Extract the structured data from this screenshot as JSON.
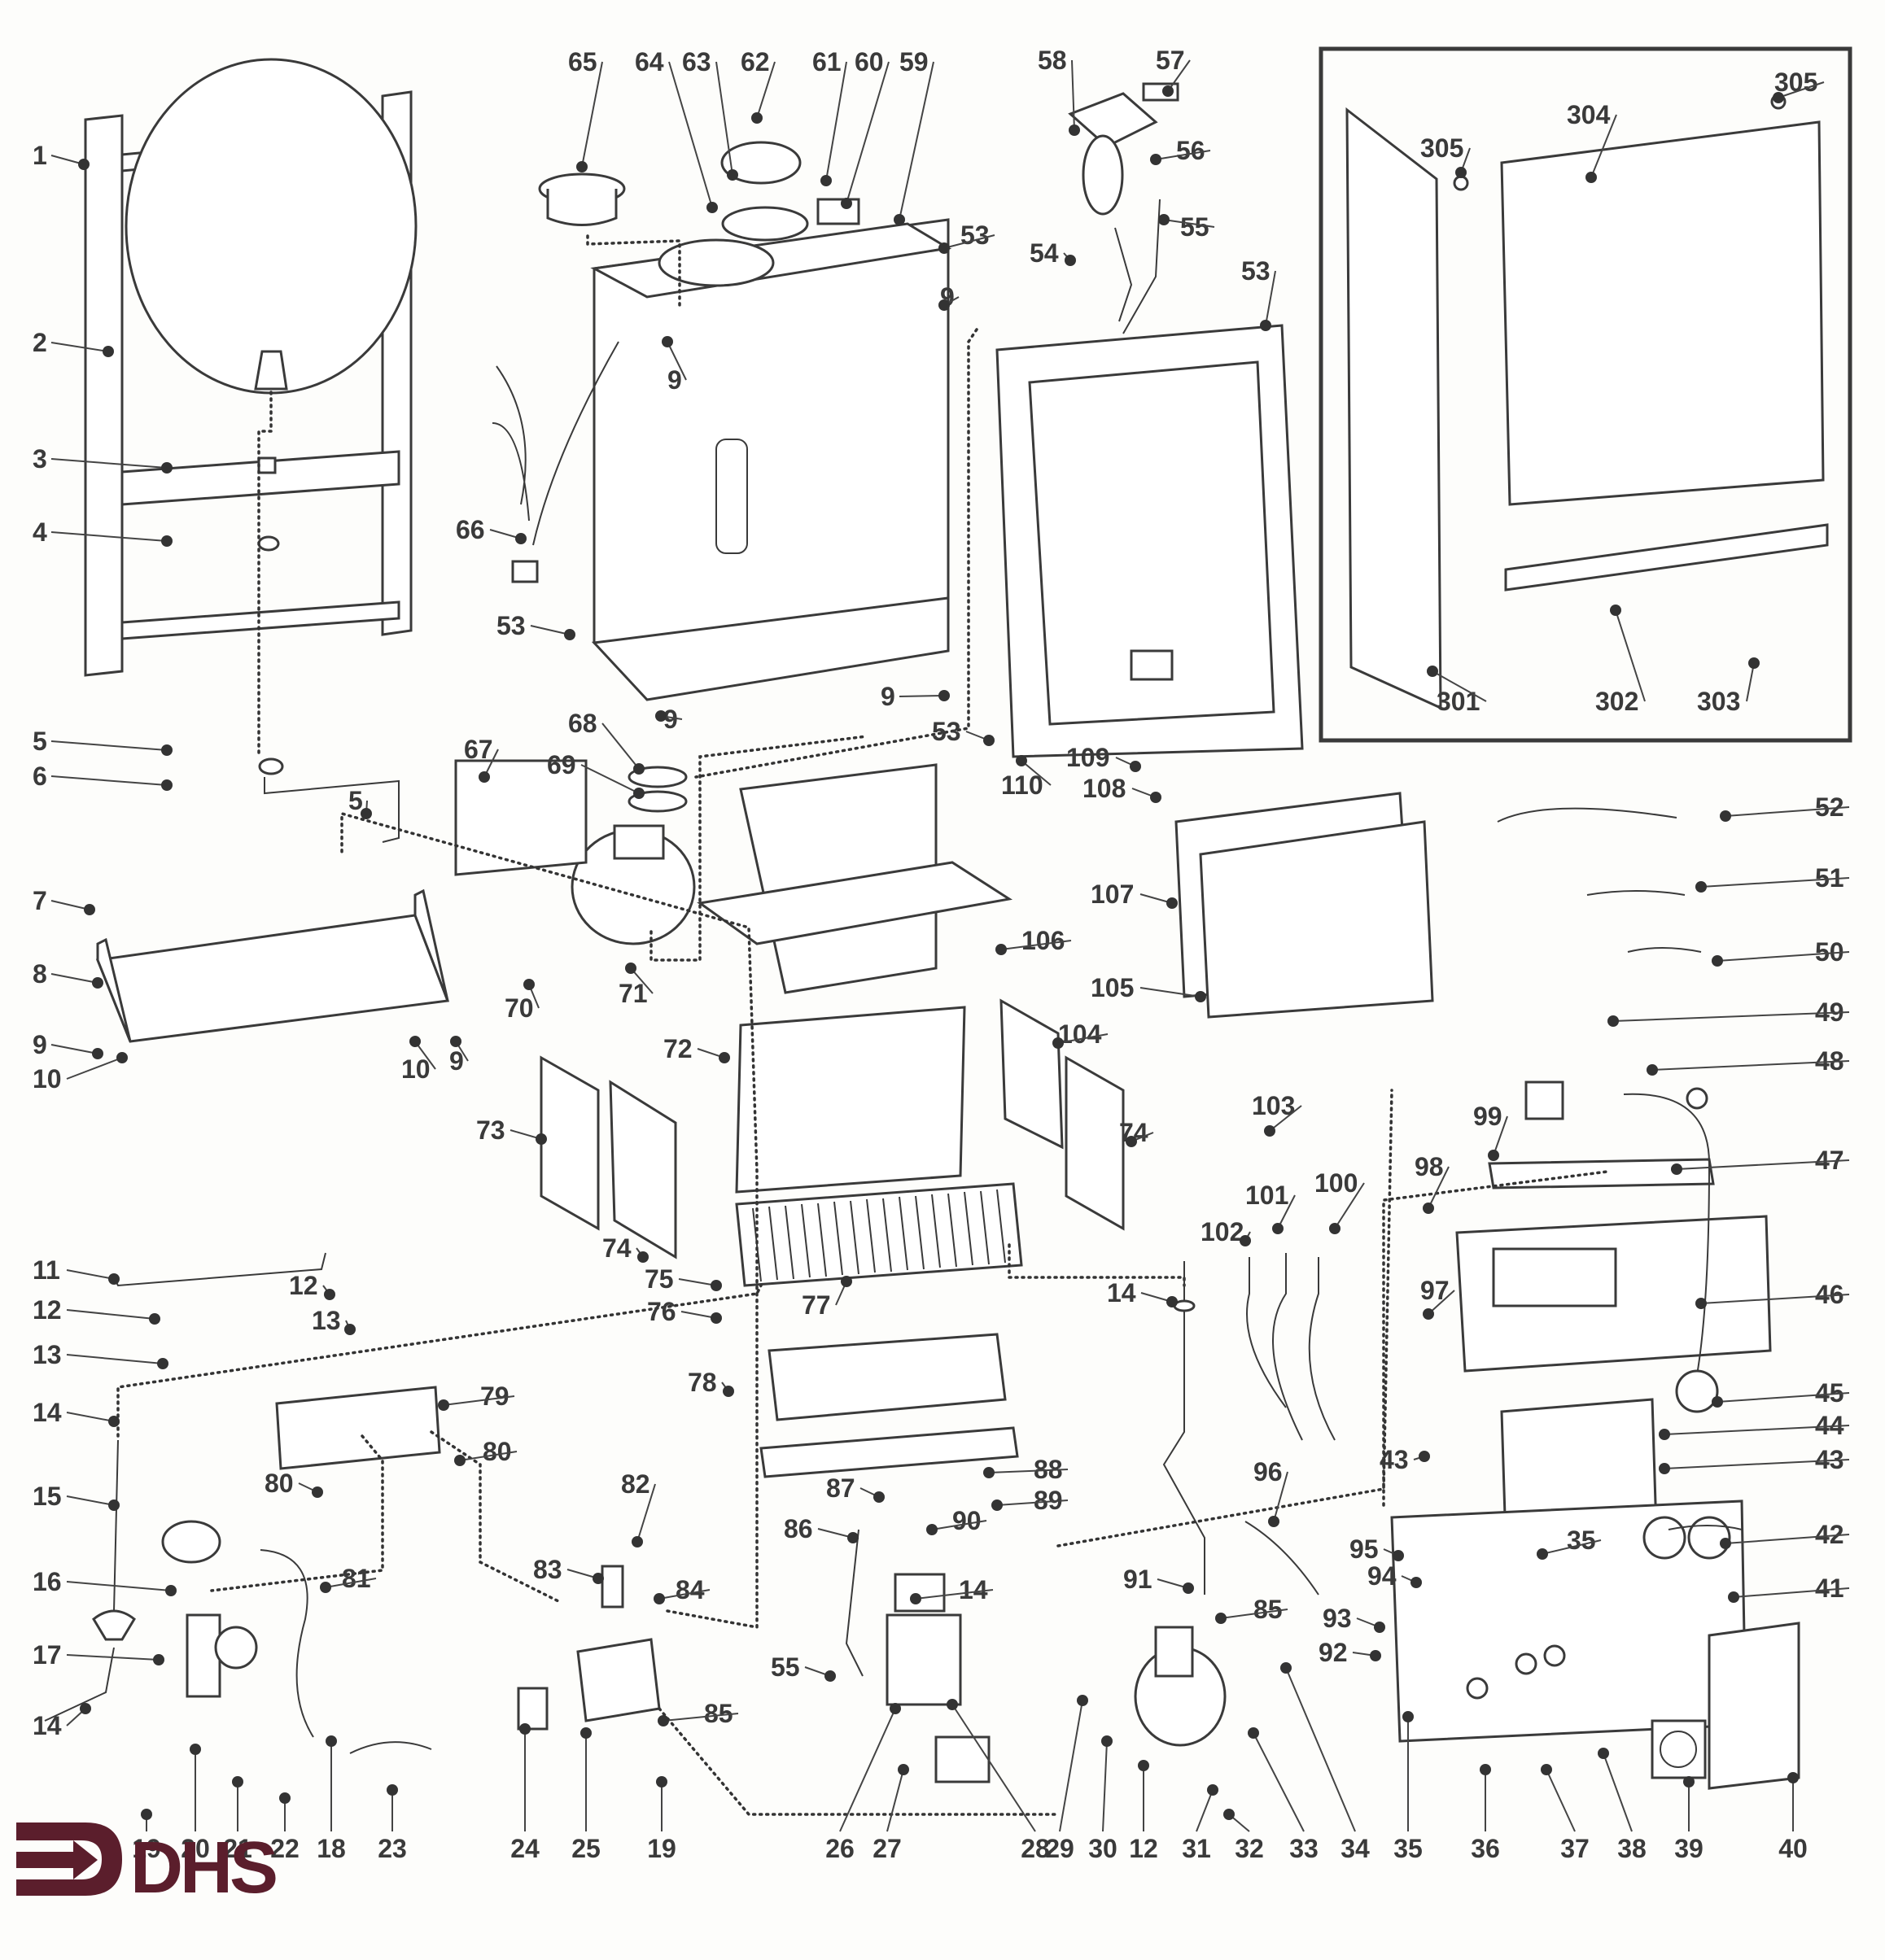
{
  "diagram": {
    "type": "exploded-parts-diagram",
    "logo": {
      "text": "DHS",
      "color": "#5b1e2c"
    },
    "inset_box": {
      "parts": [
        "301",
        "302",
        "303",
        "304",
        "305"
      ]
    },
    "callouts": {
      "c1": "1",
      "c2": "2",
      "c3": "3",
      "c4": "4",
      "c5a": "5",
      "c5b": "5",
      "c6": "6",
      "c7": "7",
      "c8": "8",
      "c9a": "9",
      "c9b": "9",
      "c9c": "9",
      "c9d": "9",
      "c9e": "9",
      "c9f": "9",
      "c9g": "9",
      "c10a": "10",
      "c10b": "10",
      "c11": "11",
      "c12a": "12",
      "c12b": "12",
      "c12c": "12",
      "c13a": "13",
      "c13b": "13",
      "c14a": "14",
      "c14b": "14",
      "c14c": "14",
      "c14d": "14",
      "c15": "15",
      "c16": "16",
      "c17": "17",
      "c18": "18",
      "c19a": "19",
      "c19b": "19",
      "c20": "20",
      "c21": "21",
      "c22": "22",
      "c23": "23",
      "c24": "24",
      "c25": "25",
      "c26": "26",
      "c27": "27",
      "c28": "28",
      "c29": "29",
      "c30": "30",
      "c31": "31",
      "c32": "32",
      "c33": "33",
      "c34": "34",
      "c35a": "35",
      "c35b": "35",
      "c36": "36",
      "c37": "37",
      "c38": "38",
      "c39": "39",
      "c40": "40",
      "c41": "41",
      "c42": "42",
      "c43a": "43",
      "c43b": "43",
      "c44": "44",
      "c45": "45",
      "c46": "46",
      "c47": "47",
      "c48": "48",
      "c49": "49",
      "c50": "50",
      "c51": "51",
      "c52": "52",
      "c53a": "53",
      "c53b": "53",
      "c53c": "53",
      "c53d": "53",
      "c54": "54",
      "c55a": "55",
      "c55b": "55",
      "c56": "56",
      "c57": "57",
      "c58": "58",
      "c59": "59",
      "c60": "60",
      "c61": "61",
      "c62": "62",
      "c63": "63",
      "c64": "64",
      "c65": "65",
      "c66": "66",
      "c67": "67",
      "c68": "68",
      "c69": "69",
      "c70": "70",
      "c71": "71",
      "c72": "72",
      "c73": "73",
      "c74a": "74",
      "c74b": "74",
      "c75": "75",
      "c76": "76",
      "c77": "77",
      "c78": "78",
      "c79": "79",
      "c80a": "80",
      "c80b": "80",
      "c81": "81",
      "c82": "82",
      "c83": "83",
      "c84": "84",
      "c85a": "85",
      "c85b": "85",
      "c86": "86",
      "c87": "87",
      "c88": "88",
      "c89": "89",
      "c90": "90",
      "c91": "91",
      "c92": "92",
      "c93": "93",
      "c94": "94",
      "c95": "95",
      "c96": "96",
      "c97": "97",
      "c98": "98",
      "c99": "99",
      "c100": "100",
      "c101": "101",
      "c102": "102",
      "c103": "103",
      "c104": "104",
      "c105": "105",
      "c106": "106",
      "c107": "107",
      "c108": "108",
      "c109": "109",
      "c110": "110",
      "c301": "301",
      "c302": "302",
      "c303": "303",
      "c304": "304",
      "c305a": "305",
      "c305b": "305"
    }
  }
}
